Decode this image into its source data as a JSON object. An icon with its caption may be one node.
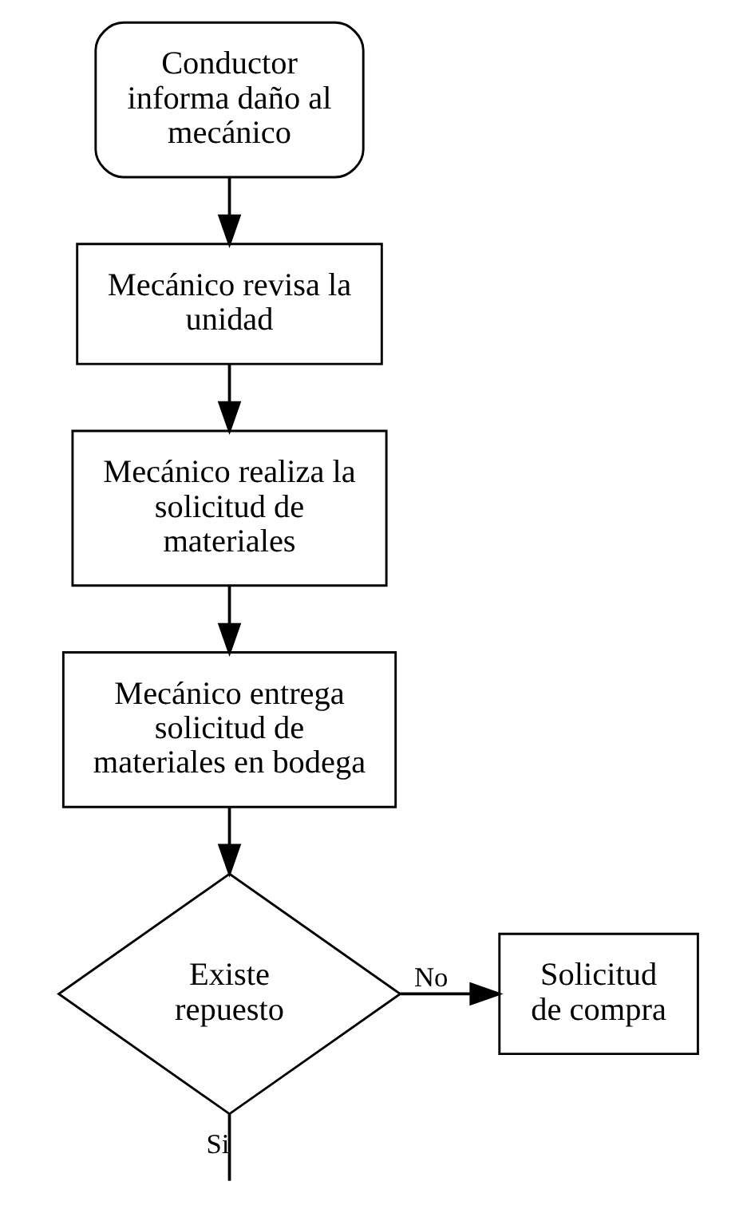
{
  "diagram": {
    "nodes": [
      {
        "text": [
          "Conductor informa daño al mecánico"
        ]
      },
      {
        "text": [
          "Mecánico revisa la unidad"
        ]
      },
      {
        "text": [
          "Mecánico realiza la solicitud de materiales"
        ]
      },
      {
        "text": [
          "Mecánico entrega solicitud de materiales en bodega"
        ]
      },
      {
        "text": [
          "Existe repuesto"
        ]
      },
      {
        "text": [
          "Solicitud de compra"
        ]
      }
    ],
    "edges": [
      {
        "from": 0,
        "to": 1,
        "arrow": "to"
      },
      {
        "from": 1,
        "to": 2,
        "arrow": "to"
      },
      {
        "from": 2,
        "to": 3,
        "arrow": "to"
      },
      {
        "from": 3,
        "to": 4,
        "arrow": "to"
      },
      {
        "from": 4,
        "to": 5,
        "arrow": "to",
        "label": "No"
      },
      {
        "from": 4,
        "to": null,
        "arrow": "none",
        "label": "Si"
      }
    ]
  }
}
